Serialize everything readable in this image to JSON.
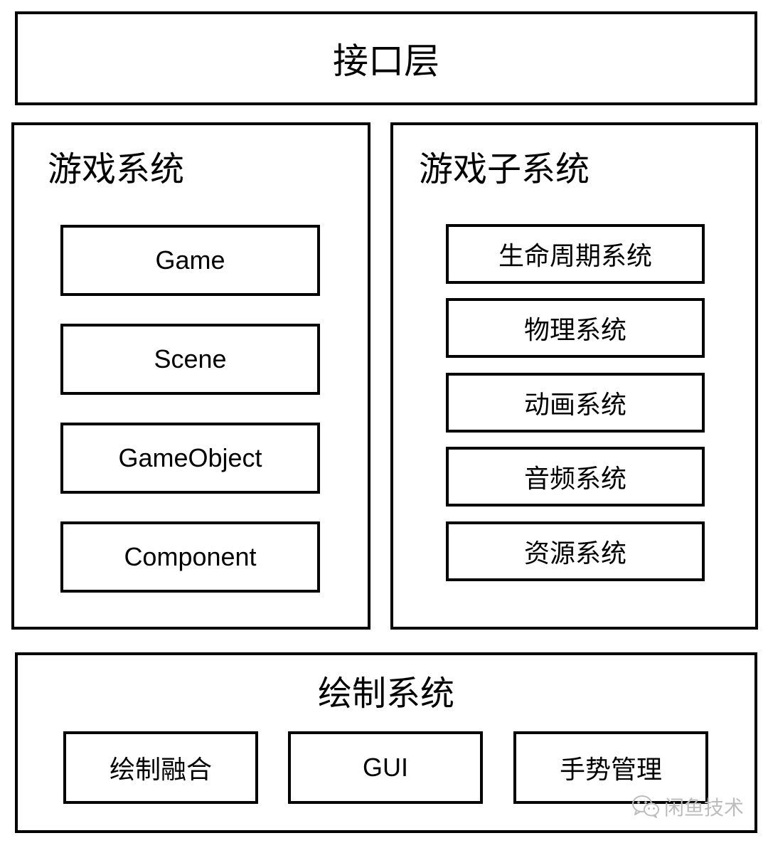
{
  "interface_layer": {
    "title": "接口层"
  },
  "game_system": {
    "title": "游戏系统",
    "items": [
      "Game",
      "Scene",
      "GameObject",
      "Component"
    ]
  },
  "game_subsystem": {
    "title": "游戏子系统",
    "items": [
      "生命周期系统",
      "物理系统",
      "动画系统",
      "音频系统",
      "资源系统"
    ]
  },
  "render_system": {
    "title": "绘制系统",
    "items": [
      "绘制融合",
      "GUI",
      "手势管理"
    ]
  },
  "watermark": {
    "text": "闲鱼技术",
    "icon": "wechat-icon",
    "color": "#bdbdbd"
  }
}
